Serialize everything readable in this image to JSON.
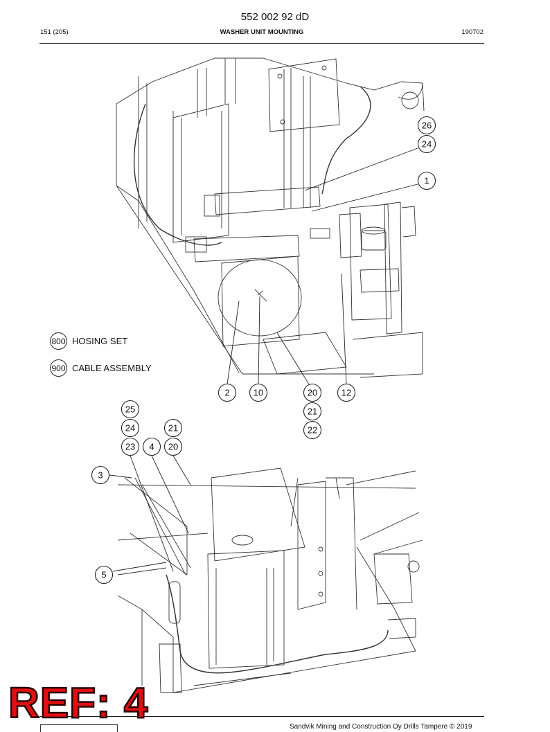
{
  "header": {
    "doc_number": "552 002 92 dD",
    "page": "151 (205)",
    "title": "WASHER UNIT MOUNTING",
    "date_code": "190702"
  },
  "legend": [
    {
      "number": "800",
      "label": "HOSING SET"
    },
    {
      "number": "900",
      "label": "CABLE ASSEMBLY"
    }
  ],
  "callouts_top": [
    "26",
    "24",
    "1",
    "2",
    "10",
    "20",
    "21",
    "22",
    "12"
  ],
  "callouts_bottom": [
    "25",
    "24",
    "23",
    "4",
    "21",
    "20",
    "3",
    "5"
  ],
  "stamp": "REF: 4",
  "footer": {
    "copyright": "Sandvik Mining and Construction Oy Drills Tampere © 2019"
  }
}
